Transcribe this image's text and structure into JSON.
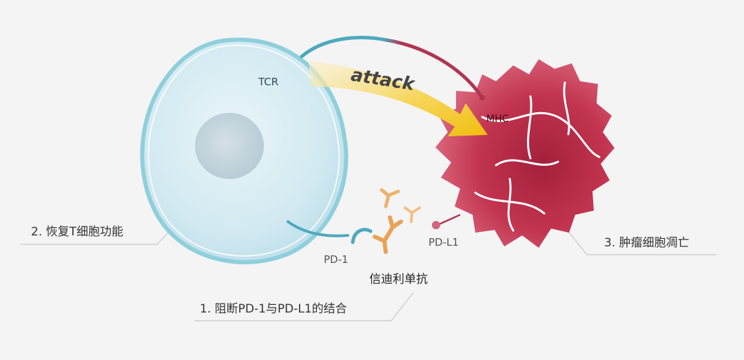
{
  "labels": {
    "tcr": "TCR",
    "attack": "attack",
    "mhc": "MHC",
    "pd1": "PD-1",
    "pdl1": "PD-L1",
    "antibody": "信迪利单抗",
    "step1": "1. 阻断PD-1与PD-L1的结合",
    "step2": "2. 恢复T细胞功能",
    "step3": "3. 肿瘤细胞凋亡"
  },
  "colors": {
    "background": "#f4f4f4",
    "t_cell_membrane": "#8fcfdc",
    "t_cell_fill": "#d4ebf3",
    "nucleus": "#c2d3dc",
    "tumor_cell": "#c2344f",
    "arrow_yellow": "#f2c21a",
    "tcr_line_blue": "#4ea9bd",
    "mhc_line_red": "#b03552",
    "antibody_orange": "#e9a255",
    "callout_line": "#c8c8c8"
  }
}
